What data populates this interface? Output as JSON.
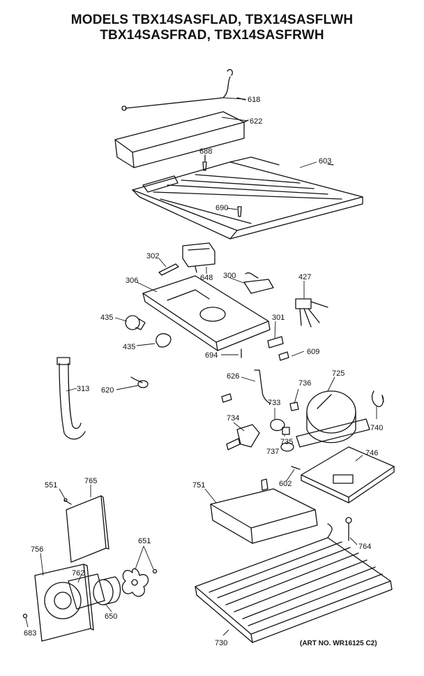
{
  "title_lines": [
    "MODELS TBX14SASFLAD, TBX14SASFLWH",
    "TBX14SASFRAD, TBX14SASFRWH"
  ],
  "art_number": "(ART NO. WR16125 C2)",
  "parts": [
    {
      "id": "618",
      "name": "part-618"
    },
    {
      "id": "622",
      "name": "part-622"
    },
    {
      "id": "688",
      "name": "part-688"
    },
    {
      "id": "603",
      "name": "part-603"
    },
    {
      "id": "690",
      "name": "part-690"
    },
    {
      "id": "302",
      "name": "part-302"
    },
    {
      "id": "648",
      "name": "part-648"
    },
    {
      "id": "300",
      "name": "part-300"
    },
    {
      "id": "427",
      "name": "part-427"
    },
    {
      "id": "306",
      "name": "part-306"
    },
    {
      "id": "435",
      "name": "part-435-bulb"
    },
    {
      "id": "435",
      "name": "part-435-socket"
    },
    {
      "id": "301",
      "name": "part-301"
    },
    {
      "id": "694",
      "name": "part-694"
    },
    {
      "id": "609",
      "name": "part-609"
    },
    {
      "id": "313",
      "name": "part-313"
    },
    {
      "id": "620",
      "name": "part-620"
    },
    {
      "id": "626",
      "name": "part-626"
    },
    {
      "id": "736",
      "name": "part-736"
    },
    {
      "id": "725",
      "name": "part-725"
    },
    {
      "id": "733",
      "name": "part-733"
    },
    {
      "id": "734",
      "name": "part-734"
    },
    {
      "id": "740",
      "name": "part-740"
    },
    {
      "id": "735",
      "name": "part-735"
    },
    {
      "id": "737",
      "name": "part-737"
    },
    {
      "id": "746",
      "name": "part-746"
    },
    {
      "id": "551",
      "name": "part-551"
    },
    {
      "id": "765",
      "name": "part-765"
    },
    {
      "id": "751",
      "name": "part-751"
    },
    {
      "id": "602",
      "name": "part-602"
    },
    {
      "id": "756",
      "name": "part-756"
    },
    {
      "id": "651",
      "name": "part-651"
    },
    {
      "id": "762",
      "name": "part-762"
    },
    {
      "id": "764",
      "name": "part-764"
    },
    {
      "id": "650",
      "name": "part-650"
    },
    {
      "id": "683",
      "name": "part-683"
    },
    {
      "id": "730",
      "name": "part-730"
    }
  ]
}
